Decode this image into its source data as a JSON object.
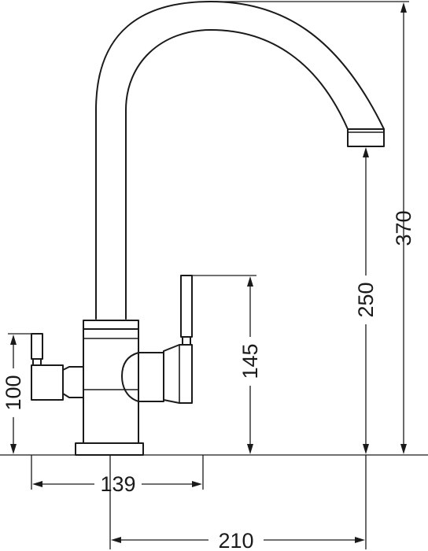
{
  "dimensions": {
    "height_total": "370",
    "height_spout": "250",
    "height_handle": "145",
    "height_side": "100",
    "width_side": "139",
    "width_total": "210"
  }
}
